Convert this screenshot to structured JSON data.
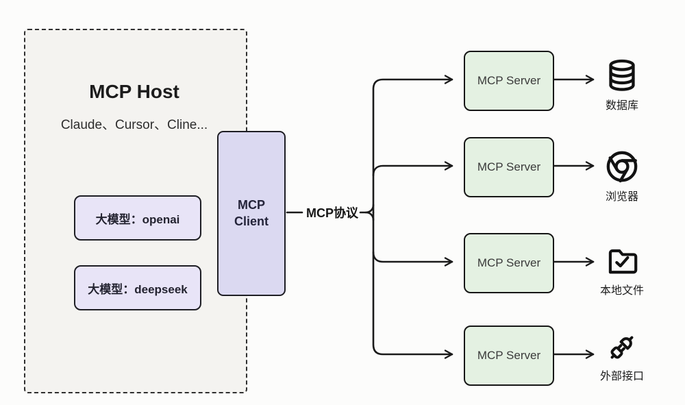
{
  "host": {
    "title": "MCP Host",
    "subtitle": "Claude、Cursor、Cline...",
    "models": [
      {
        "label": "大模型：openai"
      },
      {
        "label": "大模型：deepseek"
      }
    ]
  },
  "client": {
    "line1": "MCP",
    "line2": "Client"
  },
  "protocol": {
    "label": "MCP协议"
  },
  "servers": [
    {
      "label": "MCP Server"
    },
    {
      "label": "MCP Server"
    },
    {
      "label": "MCP Server"
    },
    {
      "label": "MCP Server"
    }
  ],
  "targets": [
    {
      "icon": "database-icon",
      "label": "数据库"
    },
    {
      "icon": "browser-icon",
      "label": "浏览器"
    },
    {
      "icon": "folder-check-icon",
      "label": "本地文件"
    },
    {
      "icon": "plug-icon",
      "label": "外部接口"
    }
  ],
  "colors": {
    "page_bg": "#fcfcfb",
    "host_bg": "#f4f3f0",
    "model_bg": "#e8e4f7",
    "client_bg": "#dbd9f1",
    "server_bg": "#e4f1e2",
    "border_dark": "#1e1e24",
    "line": "#1a1a1a",
    "text": "#1f1f1f"
  }
}
